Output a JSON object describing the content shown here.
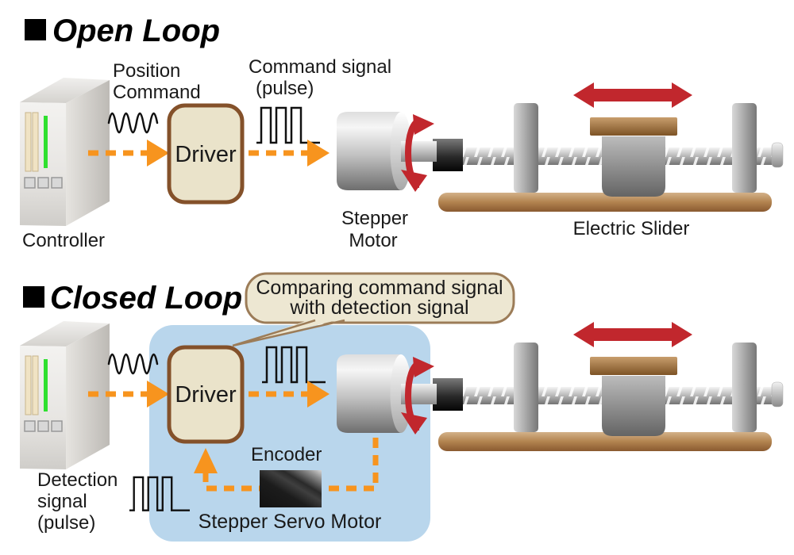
{
  "colors": {
    "orange_signal": "#F7941E",
    "red_arrow": "#C1272D",
    "blue_panel": "#B9D6EC",
    "driver_fill": "#EAE3CA",
    "driver_border": "#84512A",
    "bubble_fill": "#EDE7D2",
    "bubble_border": "#9C7C58",
    "rail_brown": "#A06C3C",
    "text": "#1A1A1A"
  },
  "open_loop": {
    "title": "Open Loop",
    "controller_label": "Controller",
    "position_command_line1": "Position",
    "position_command_line2": "Command",
    "command_signal_line1": "Command signal",
    "command_signal_line2": "(pulse)",
    "driver_label": "Driver",
    "motor_label_line1": "Stepper",
    "motor_label_line2": "Motor",
    "slider_label": "Electric Slider"
  },
  "closed_loop": {
    "title": "Closed Loop",
    "bubble_line1": "Comparing command signal",
    "bubble_line2": "with detection signal",
    "driver_label": "Driver",
    "encoder_label": "Encoder",
    "servo_box_label": "Stepper Servo Motor",
    "detection_signal_line1": "Detection",
    "detection_signal_line2": "signal",
    "detection_signal_line3": "(pulse)"
  }
}
